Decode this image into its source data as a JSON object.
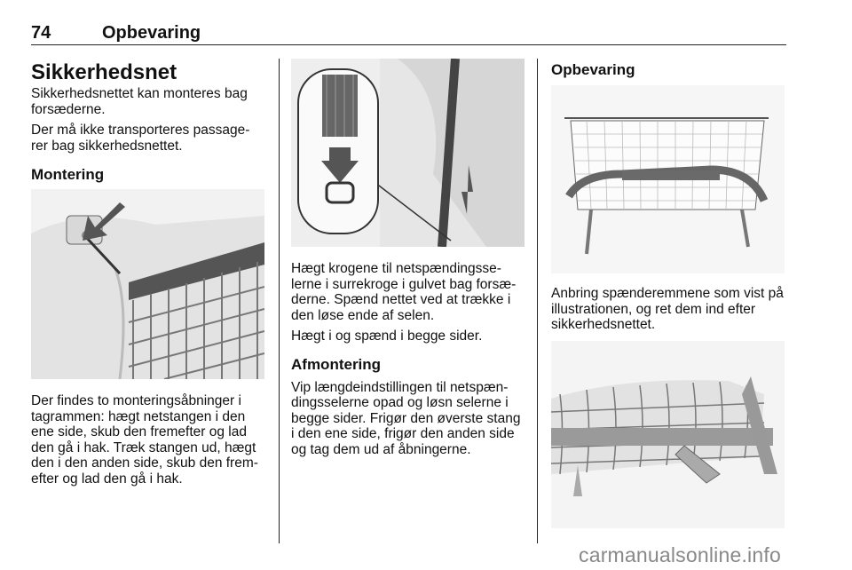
{
  "header": {
    "page_number": "74",
    "chapter_title": "Opbevaring"
  },
  "col1": {
    "section_title": "Sikkerhedsnet",
    "para1": "Sikkerhedsnettet kan monteres bag forsæderne.",
    "para2": "Der må ikke transporteres passage-rer bag sikkerhedsnettet.",
    "subheading": "Montering",
    "para3": "Der findes to monteringsåbninger i tagrammen: hægt netstangen i den ene side, skub den fremefter og lad den gå i hak. Træk stangen ud, hægt den i den anden side, skub den frem-efter og lad den gå i hak."
  },
  "col2": {
    "para1": "Hægt krogene til netspændingsse-lerne i surrekroge i gulvet bag forsæ-derne. Spænd nettet ved at trække i den løse ende af selen.",
    "para2": "Hægt i og spænd i begge sider.",
    "subheading": "Afmontering",
    "para3": "Vip længdeindstillingen til netspæn-dingsselerne opad og løsn selerne i begge sider. Frigør den øverste stang i den ene side, frigør den anden side og tag dem ud af åbningerne."
  },
  "col3": {
    "subheading": "Opbevaring",
    "para1": "Anbring spænderemmene som vist på illustrationen, og ret dem ind efter sikkerhedsnettet."
  },
  "watermark": "carmanualsonline.info"
}
